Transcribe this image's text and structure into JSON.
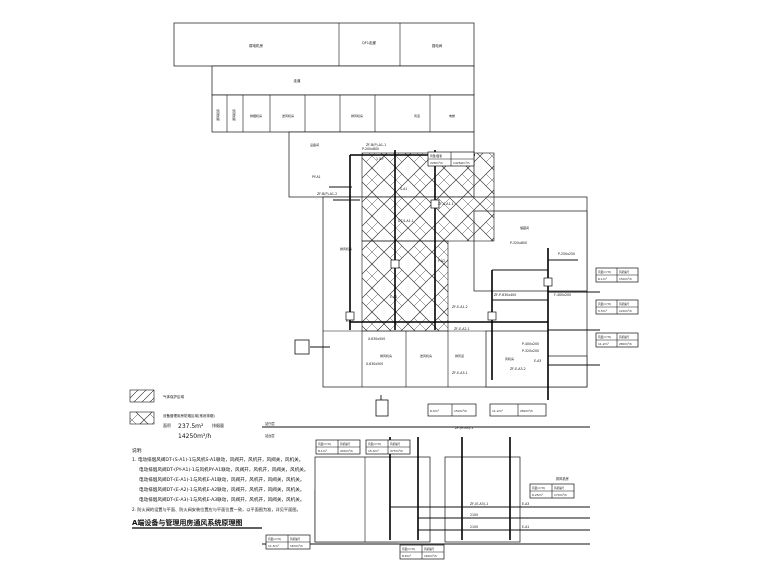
{
  "rooms_top": {
    "left_room": "弱电机房",
    "mid_room": "QF1走廊",
    "right_room": "强电间",
    "corridor": "走道",
    "strip_a": "通风机房",
    "strip_b": "通风机房",
    "strip_c": "排烟机房",
    "strip_d": "送风机房",
    "strip_e": "排风机房",
    "strip_f": "风道",
    "strip_g": "电梯",
    "hall": "设备间"
  },
  "area_rooms": {
    "west_room": "排风机房",
    "east_room": "储藏间",
    "lower_left": "排风机房",
    "lower_mid": "送风机房",
    "lower_right": "排风道",
    "fan_room": "风机房"
  },
  "tags": {
    "t1": "ZF-B(P)-A1-1",
    "t2": "PY-A1",
    "t3": "ZF-B(P)-A1-2",
    "t4": "1 X-Y",
    "t5": "P-200x800",
    "t6": "S-A1",
    "t7": "DT-S-A1-1",
    "t8": "ZF-S-A1-1",
    "t9": "P-A2",
    "t10": "E-A1",
    "t11": "E-A2",
    "t12": "ZF-E-A1-2",
    "t13": "X-630x500",
    "t14": "ZF-E-A2-1",
    "t15": "P-400x200",
    "t16": "P-320x200",
    "t17": "ZF-E-A3-1",
    "t18": "E-A3",
    "t19": "X-630x500",
    "t20": "ZF-E-A3-2",
    "t21": "P-250x250",
    "t22": "ZF-P-630x400",
    "t23": "P-320x800",
    "t24": "F-400x200"
  },
  "specs": {
    "s1_head": "风量/面积",
    "s1_a": "228m³/h",
    "s1_b": "14250m³/h",
    "s2_a": "6.1m²",
    "s2_b": "150m³/h",
    "s3_a": "5.5m²",
    "s3_b": "120m³/h",
    "s4_a": "11.2m²",
    "s4_b": "280m³/h",
    "s5_a": "11.2m²",
    "s5_b": "280m³/h",
    "s6_a": "6.0m²",
    "s6_b": "150m³/h",
    "s7_a": "8.1m²",
    "s7_b": "200m³/h",
    "s8_a": "15.0m²",
    "s8_b": "375m³/h",
    "s9_a": "6.25m²",
    "s9_b": "170m³/h",
    "s10_a": "11.5m²",
    "s10_b": "163m³/h",
    "s11_a": "8.6m²",
    "s11_b": "160m³/h",
    "col1": "风量(m³/h)",
    "col2": "风机编号"
  },
  "legend": {
    "hatch1_label": "气体保护区域",
    "hatch2_label": "设备管理用房防烟区域(常闭排烟)",
    "hatch2_area_prefix": "面积",
    "hatch2_area": "237.5m²",
    "hatch2_flow_prefix": "排烟量",
    "hatch2_flow": "14250m³/h"
  },
  "notes": {
    "heading": "说明:",
    "n1": "1. 电动排烟风阀DT-(S-A1)-1与风机S-A1联动，风阀开，风机开，风阀关，风机关。",
    "n2": "电动排烟风阀DT-(PY-A1)-1与风机PY-A1联动，风阀开，风机开，风阀关，风机关。",
    "n3": "电动排烟风阀DT-(E-A1)-1与风机E-A1联动，风阀开，风机开，风阀关，风机关。",
    "n4": "电动排烟风阀DT-(E-A2)-1与风机E-A2联动，风阀开，风机开，风阀关，风机关。",
    "n5": "电动排烟风阀DT-(E-A3)-1与风机E-A3联动，风阀开，风机开，风阀关，风机关。",
    "n6": "2. 防火阀的设置与平面、防火阀安装位置应与平面位置一致，以平面图为准，详见平面图。"
  },
  "title": "A端设备与管理用房通风系统原理图",
  "section": {
    "floor_a": "站厅层",
    "floor_b": "站台层",
    "tag_a": "ZF-(E-A3)-1",
    "tag_b": "ZF-(E-A3)-1",
    "fan_a": "E-A3",
    "fan_b": "E-A1",
    "pipe_a": "2100",
    "pipe_b": "2100",
    "room_right": "排风机房"
  }
}
